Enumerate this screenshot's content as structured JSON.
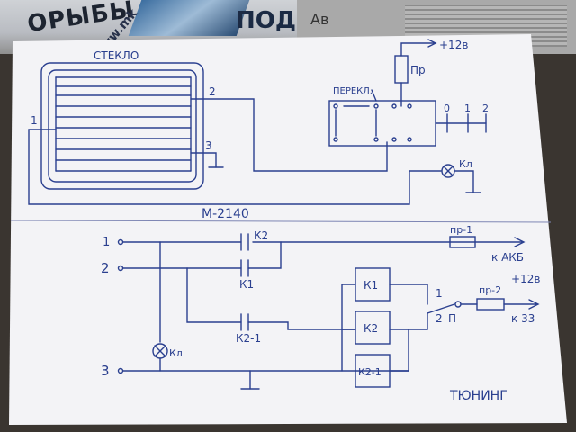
{
  "newspaper": {
    "headline_left": "ОРЫБЫ",
    "url_fragment": "www.mk",
    "headline_right": "ПОД",
    "letters_right": "Ав"
  },
  "top_circuit": {
    "glass_label": "СТЕКЛО",
    "node_1": "1",
    "node_2": "2",
    "node_3": "3",
    "switch_label": "ПЕРЕКЛ.",
    "supply_label": "+12в",
    "fuse_label": "Пр",
    "pos_0": "0",
    "pos_1": "1",
    "pos_2": "2",
    "lamp_label": "Кл",
    "relay_model": "М-2140"
  },
  "bottom_circuit": {
    "terminal_1": "1",
    "terminal_2": "2",
    "terminal_3": "3",
    "contact_k2": "К2",
    "contact_k1": "К1",
    "contact_k2_1": "К2-1",
    "fuse_1_label": "пр-1",
    "to_battery": "к АКБ",
    "relay_k1": "К1",
    "relay_k2": "К2",
    "relay_k2_1": "К2-1",
    "sw_pos_1": "1",
    "sw_pos_2": "2",
    "sw_label_p": "П",
    "fuse_2_label": "пр-2",
    "supply_label": "+12в",
    "to_k33": "к 33",
    "lamp_label": "Кл",
    "title": "ТЮНИНГ"
  },
  "colors": {
    "ink": "#2a3f8f",
    "paper": "#f4f4f6",
    "ground": "#3a3530"
  }
}
